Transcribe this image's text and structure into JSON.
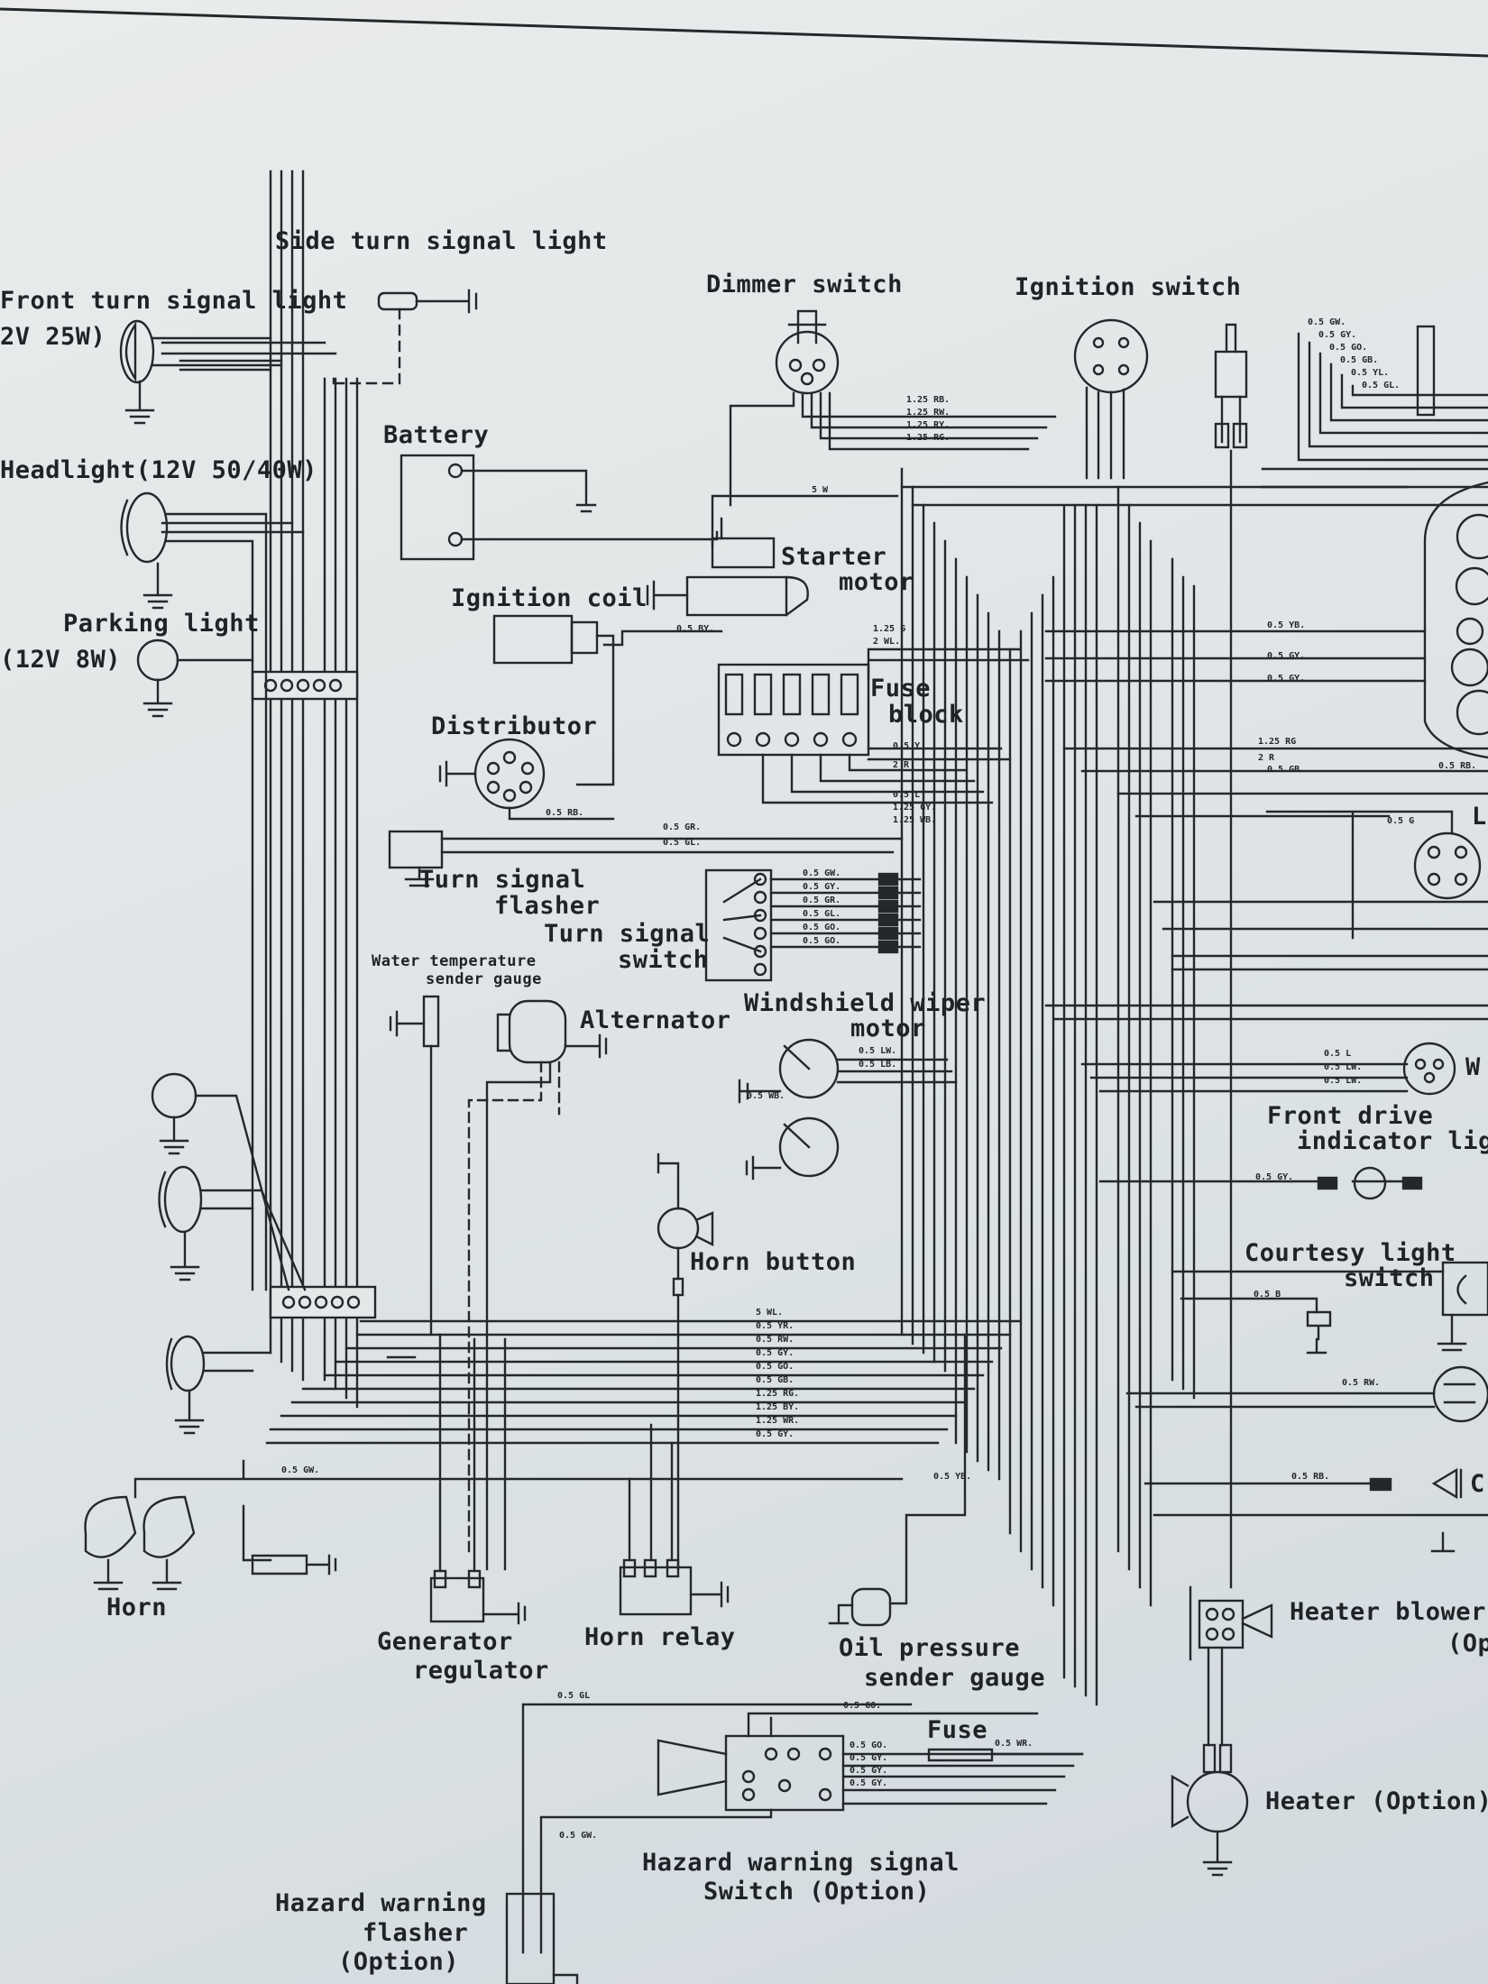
{
  "title": "",
  "labels": {
    "side_turn_signal_light": "Side turn signal light",
    "front_turn_signal_light": "Front turn signal light",
    "front_turn_signal_rating": "2V 25W)",
    "headlight": "Headlight(12V 50/40W)",
    "battery": "Battery",
    "parking_light": "Parking light",
    "parking_light_rating": "(12V 8W)",
    "ignition_coil": "Ignition coil",
    "distributor": "Distributor",
    "dimmer_switch": "Dimmer switch",
    "ignition_switch": "Ignition switch",
    "starter_motor_1": "Starter",
    "starter_motor_2": "motor",
    "fuse_block_1": "Fuse",
    "fuse_block_2": "block",
    "turn_signal_flasher_1": "Turn signal",
    "turn_signal_flasher_2": "flasher",
    "turn_signal_switch_1": "Turn signal",
    "turn_signal_switch_2": "switch",
    "water_temp_1": "Water temperature",
    "water_temp_2": "sender gauge",
    "alternator": "Alternator",
    "windshield_wiper_1": "Windshield wiper",
    "windshield_wiper_2": "motor",
    "front_drive_indicator_1": "Front drive",
    "front_drive_indicator_2": "indicator light",
    "horn_button": "Horn button",
    "courtesy_light_switch_1": "Courtesy light",
    "courtesy_light_switch_2": "switch",
    "horn": "Horn",
    "generator_regulator_1": "Generator",
    "generator_regulator_2": "regulator",
    "horn_relay": "Horn relay",
    "oil_pressure_1": "Oil pressure",
    "oil_pressure_2": "sender gauge",
    "heater_blower_1": "Heater blower",
    "heater_blower_2": "(Op",
    "fuse": "Fuse",
    "heater": "Heater (Option)",
    "hazard_switch_1": "Hazard warning signal",
    "hazard_switch_2": "Switch (Option)",
    "hazard_flasher_1": "Hazard warning",
    "hazard_flasher_2": "flasher",
    "hazard_flasher_3": "(Option)",
    "edge_w": "W",
    "edge_c": "C",
    "edge_l": "L"
  },
  "wire_codes": {
    "dimmer_1": "1.25 RB.",
    "dimmer_2": "1.25 RW.",
    "dimmer_3": "1.25 RY.",
    "dimmer_4": "1.25 RG.",
    "starter_sw": "5 W",
    "coil": "0.5 BY.",
    "fuse_in_1": "1.25 G",
    "fuse_in_2": "2 WL.",
    "fuse_out_1": "0.5 Y",
    "fuse_out_2": "2 R",
    "dist": "0.5 RB.",
    "flasher_1": "0.5 GR.",
    "flasher_2": "0.5 GL.",
    "ts_1": "0.5 GW.",
    "ts_2": "0.5 GY.",
    "ts_3": "0.5 GR.",
    "ts_4": "0.5 GL.",
    "ts_5": "0.5 GO.",
    "ts_6": "0.5 GO.",
    "fuse_l": "0.5 L",
    "fuse_gy": "1.25 GY.",
    "fuse_wb": "1.25 WB.",
    "wiper_1": "0.5 LW.",
    "wiper_2": "0.5 LB.",
    "wiper_3": "0.5 WB.",
    "fd_1": "0.5 L",
    "fd_2": "0.5 LW.",
    "fd_3": "0.5 LW.",
    "fd_4": "0.5 GY.",
    "courtesy": "0.5 B",
    "rw": "0.5 RW.",
    "rb": "0.5 RB.",
    "bundle_1": "5 WL.",
    "bundle_2": "0.5 YR.",
    "bundle_3": "0.5 RW.",
    "bundle_4": "0.5 GY.",
    "bundle_5": "0.5 GO.",
    "bundle_6": "0.5 GB.",
    "bundle_7": "1.25 RG.",
    "bundle_8": "1.25 BY.",
    "bundle_9": "1.25 WR.",
    "bundle_10": "0.5 GY.",
    "horn_gw": "0.5 GW.",
    "oil_yb": "0.5 YB.",
    "haz_1": "0.5 GL",
    "haz_2": "0.5 GO.",
    "haz_3": "0.5 GO.",
    "haz_4": "0.5 GY.",
    "haz_5": "0.5 GY.",
    "haz_6": "0.5 GY.",
    "haz_gw": "0.5 GW.",
    "fuse_wr": "0.5 WR.",
    "top_1": "0.5 GW.",
    "top_2": "0.5 GY.",
    "top_3": "0.5 GO.",
    "top_4": "0.5 GB.",
    "top_5": "0.5 YL.",
    "top_6": "0.5 GL.",
    "gauge_1": "0.5 YB.",
    "gauge_2": "0.5 GY.",
    "gauge_3": "0.5 GY.",
    "gauge_4": "1.25 RG",
    "gauge_5": "2 R",
    "gauge_6": "0.5 GB.",
    "gauge_7": "0.5 RB.",
    "gauge_8": "0.5 G"
  },
  "colors": {
    "ink": "#1f2327",
    "paper": "#e4e8e8"
  }
}
